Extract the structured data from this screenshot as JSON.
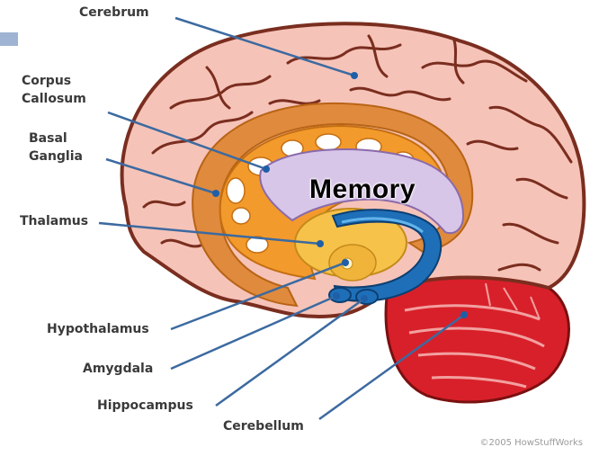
{
  "labels": {
    "cerebrum": "Cerebrum",
    "corpus_line1": "Corpus",
    "corpus_line2": "Callosum",
    "basal_line1": "Basal",
    "basal_line2": "Ganglia",
    "thalamus": "Thalamus",
    "hypothalamus": "Hypothalamus",
    "amygdala": "Amygdala",
    "hippocampus": "Hippocampus",
    "cerebellum": "Cerebellum"
  },
  "overlay_text": "Memory",
  "credit": "©2005 HowStuffWorks",
  "colors": {
    "cortex": "#f6c3b8",
    "outline": "#7a2e1f",
    "corpus_callosum": "#df8a3c",
    "basal_ganglia": "#f39a2c",
    "lavender": "#d8c6e8",
    "thalamus": "#f6c24a",
    "hippocampus": "#1e6fb8",
    "cerebellum": "#d8202a",
    "leader_line": "#3c6aa0"
  }
}
